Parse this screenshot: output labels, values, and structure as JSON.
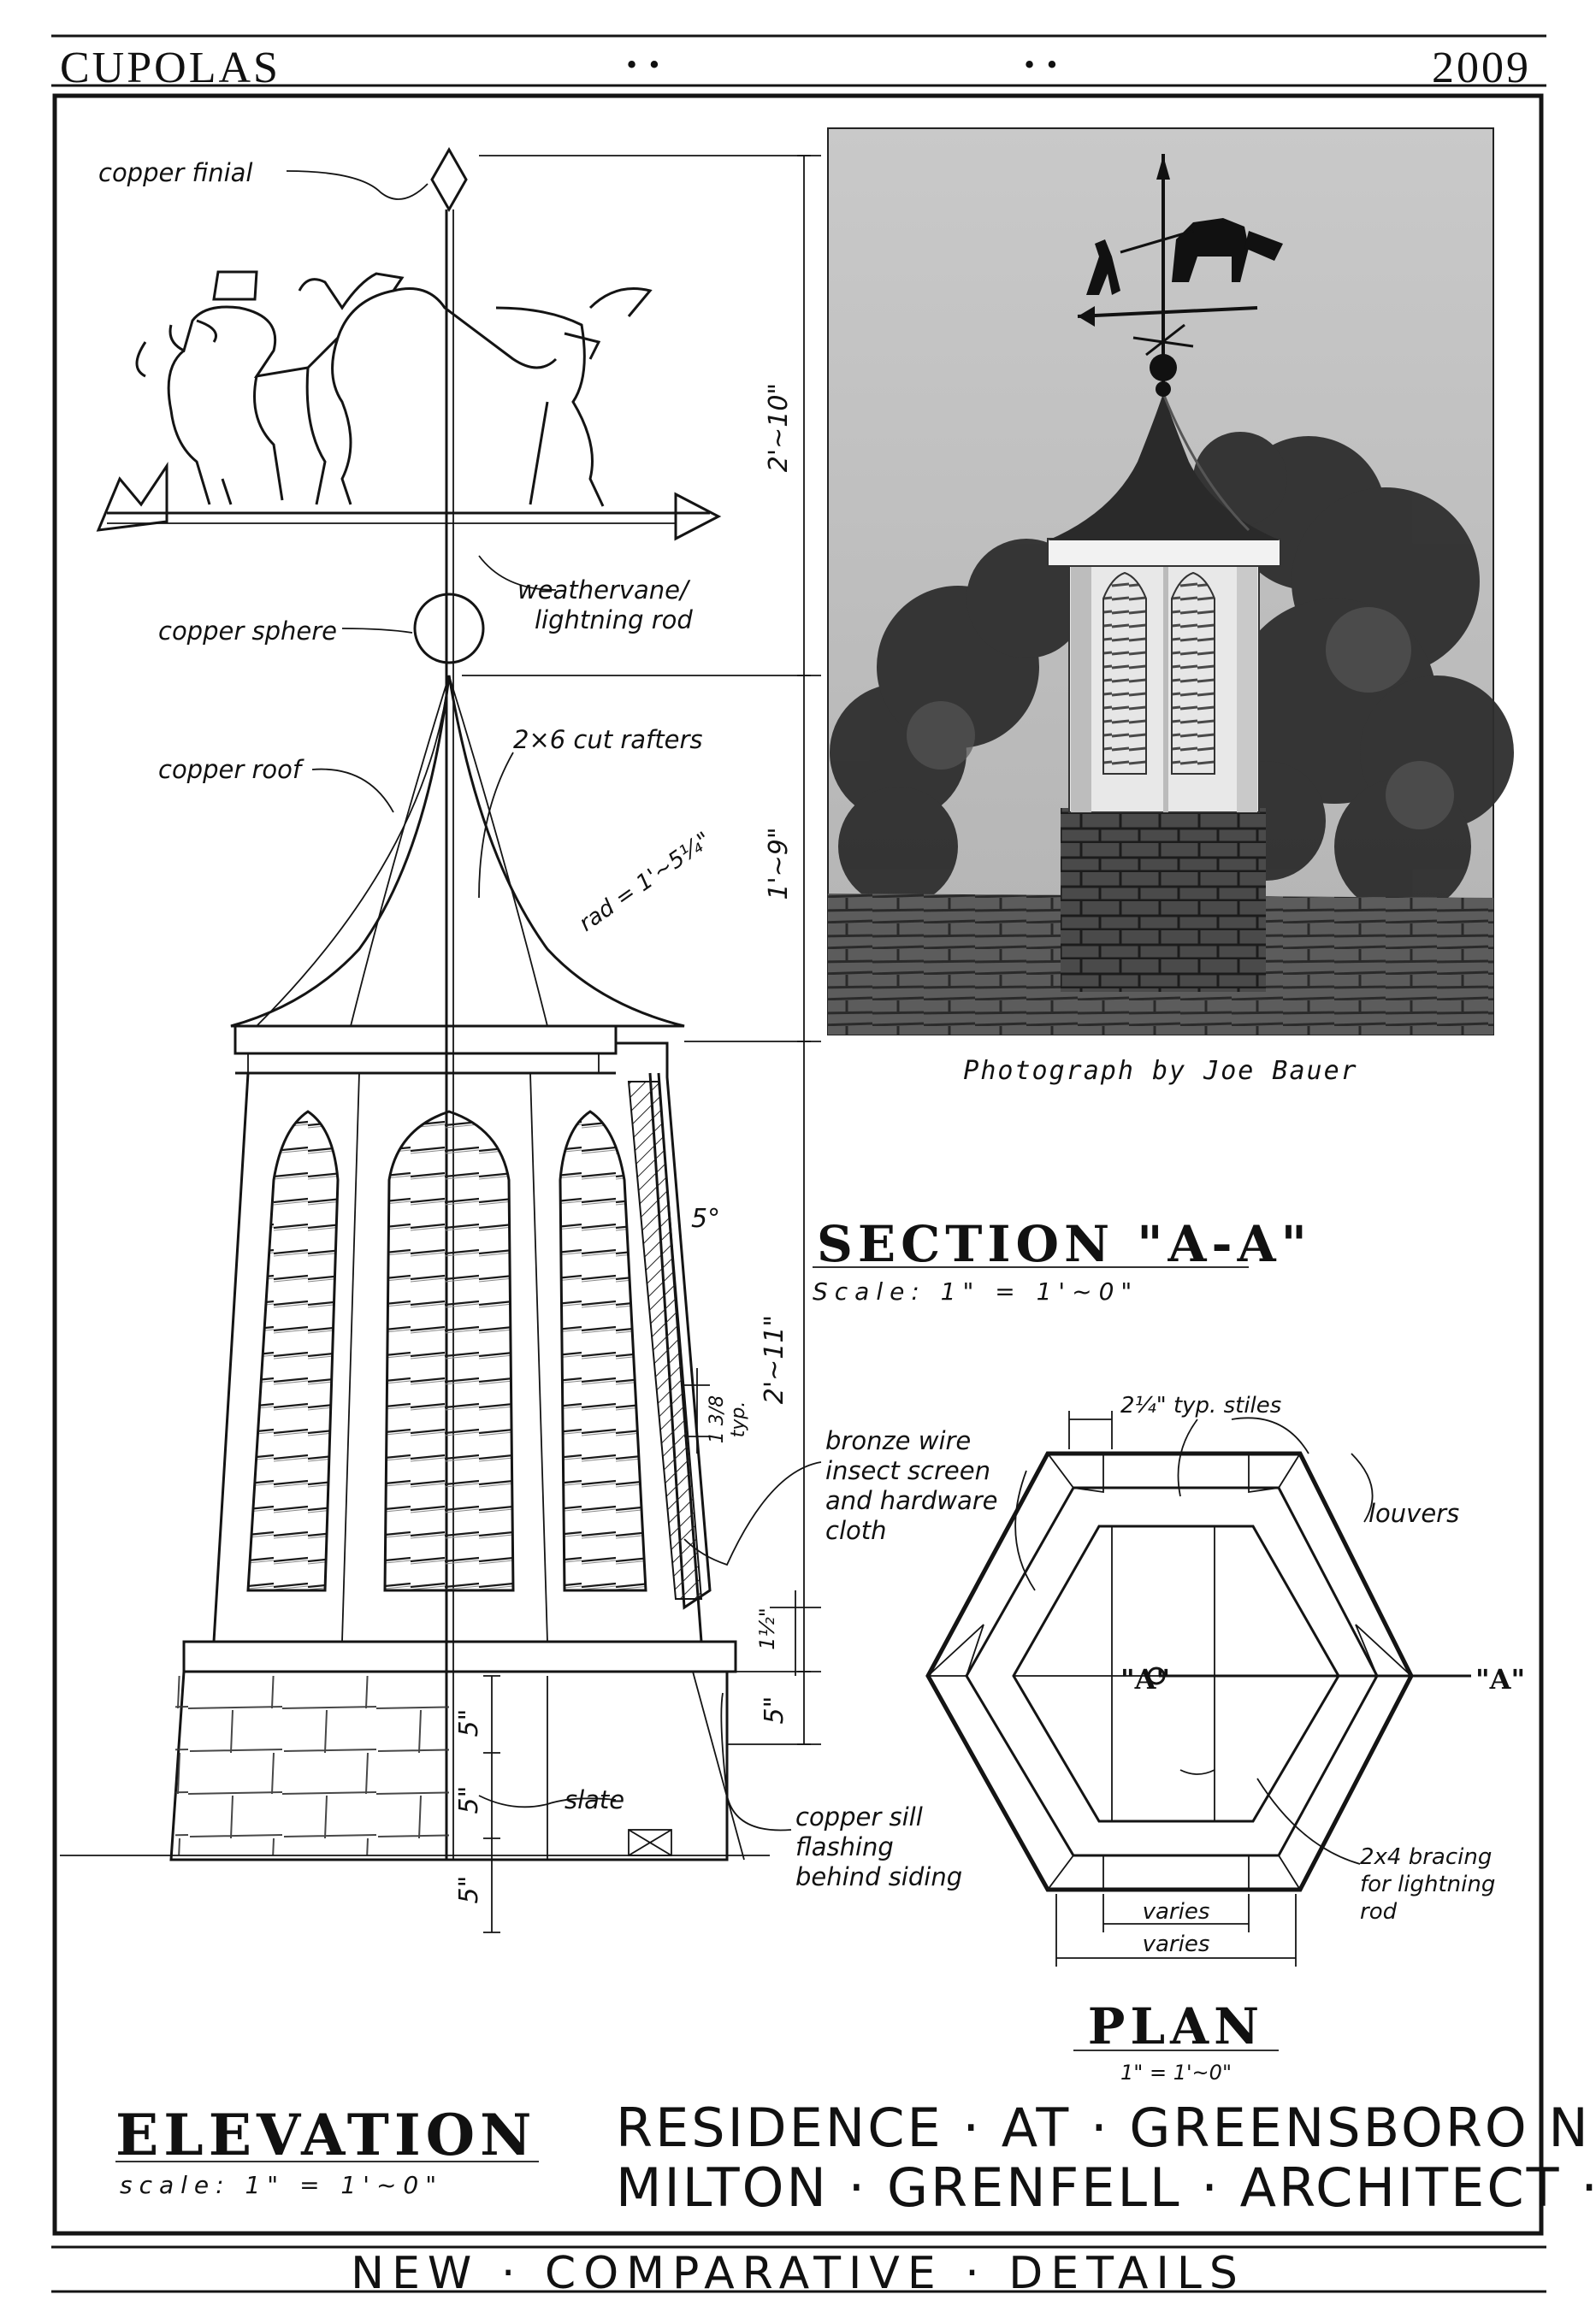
{
  "header": {
    "left": "CUPOLAS",
    "right": "2009",
    "dots_left": "• •",
    "dots_right": "• •"
  },
  "photo": {
    "caption": "Photograph by Joe Bauer"
  },
  "elevation_labels": {
    "copper_finial": "copper finial",
    "weathervane": "weathervane/",
    "lightning_rod": "lightning rod",
    "copper_sphere": "copper sphere",
    "copper_roof": "copper roof",
    "rafters": "2×6 cut rafters",
    "rad": "rad = 1'~5¼\"",
    "slate": "slate",
    "sill_1": "copper sill",
    "sill_2": "flashing",
    "sill_3": "behind siding",
    "screen_1": "bronze wire",
    "screen_2": "insect screen",
    "screen_3": "and hardware",
    "screen_4": "cloth"
  },
  "dimensions": {
    "d_top": "2'~10\"",
    "d_roof": "1'~9\"",
    "d_body": "2'~11\"",
    "d_base": "5\"",
    "d_slate_1": "5\"",
    "d_slate_2": "5\"",
    "d_slate_3": "5\"",
    "louver_angle": "5°",
    "louver_spacing_1": "1 3/8",
    "louver_spacing_2": "typ.",
    "sill_gap": "1½\""
  },
  "section": {
    "title": "SECTION \"A-A\"",
    "scale": "Scale: 1\" = 1'~0\""
  },
  "plan": {
    "stiles": "2¼\" typ. stiles",
    "louvers": "louvers",
    "marker_left": "\"A\"",
    "marker_right": "\"A\"",
    "bracing_1": "2x4 bracing",
    "bracing_2": "for lightning",
    "bracing_3": "rod",
    "varies_1": "varies",
    "varies_2": "varies",
    "title": "PLAN",
    "scale": "1\" = 1'~0\""
  },
  "elevation": {
    "title": "ELEVATION",
    "scale": "scale: 1\" = 1'~0\""
  },
  "project": {
    "line1": "RESIDENCE · AT · GREENSBORO N·C·",
    "line2": "MILTON · GRENFELL · ARCHITECT ·"
  },
  "footer": {
    "text": "NEW · COMPARATIVE · DETAILS"
  }
}
